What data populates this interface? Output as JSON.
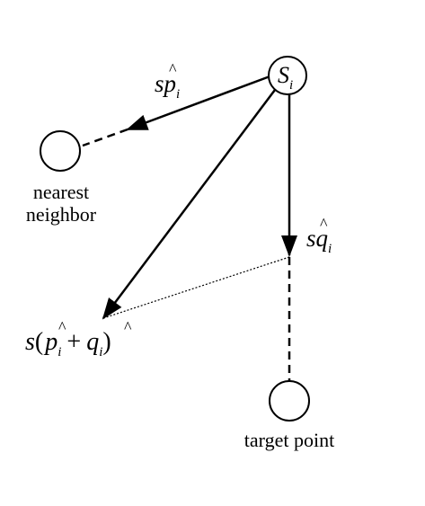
{
  "nodes": {
    "source": {
      "symbol": "S",
      "sub": "i"
    },
    "nearest_neighbor": {
      "caption_line1": "nearest",
      "caption_line2": "neighbor"
    },
    "target_point": {
      "caption": "target point"
    }
  },
  "labels": {
    "p_vector": {
      "coef": "s",
      "letter": "p",
      "hat": "^",
      "sub": "i"
    },
    "q_vector": {
      "coef": "s",
      "letter": "q",
      "hat": "^",
      "sub": "i"
    },
    "sum_vector": {
      "coef": "s",
      "open": "(",
      "p": "p",
      "p_sub": "i",
      "plus": "+",
      "q": "q",
      "q_sub": "i",
      "close": ")",
      "hat": "^"
    }
  }
}
